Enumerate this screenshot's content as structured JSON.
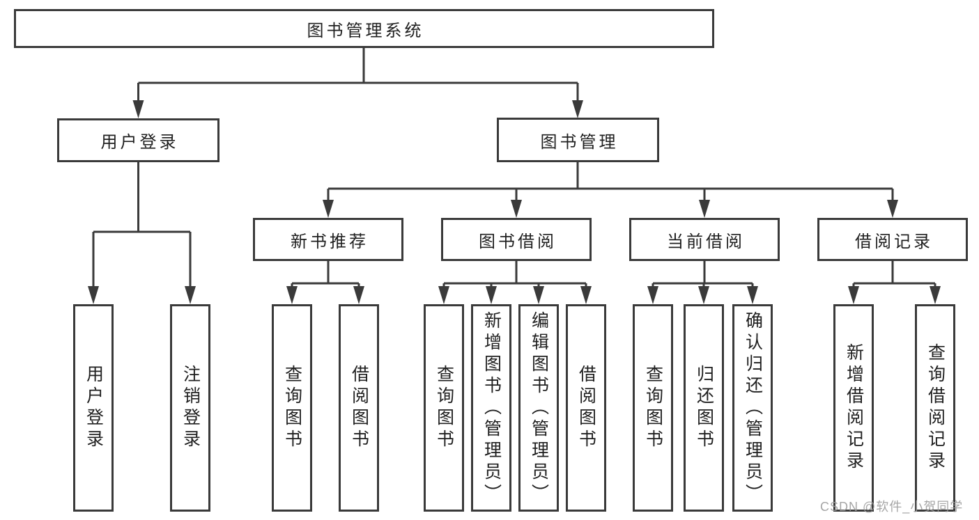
{
  "colors": {
    "line": "#3a3a3a",
    "text": "#1f1f1f",
    "box_bg": "#ffffff",
    "page_bg": "#ffffff",
    "watermark": "#9c9c9c"
  },
  "tree": {
    "root": {
      "label": "图书管理系统"
    },
    "level2": [
      {
        "label": "用户登录",
        "children": [
          {
            "label": "用户登录"
          },
          {
            "label": "注销登录"
          }
        ]
      },
      {
        "label": "图书管理",
        "children": [
          {
            "label": "新书推荐",
            "children": [
              {
                "label": "查询图书"
              },
              {
                "label": "借阅图书"
              }
            ]
          },
          {
            "label": "图书借阅",
            "children": [
              {
                "label": "查询图书"
              },
              {
                "label": "新增图书（管理员）"
              },
              {
                "label": "编辑图书（管理员）"
              },
              {
                "label": "借阅图书"
              }
            ]
          },
          {
            "label": "当前借阅",
            "children": [
              {
                "label": "查询图书"
              },
              {
                "label": "归还图书"
              },
              {
                "label": "确认归还（管理员）"
              }
            ]
          },
          {
            "label": "借阅记录",
            "children": [
              {
                "label": "新增借阅记录"
              },
              {
                "label": "查询借阅记录"
              }
            ]
          }
        ]
      }
    ]
  },
  "watermark": {
    "text": "CSDN @软件_小贺同学"
  }
}
